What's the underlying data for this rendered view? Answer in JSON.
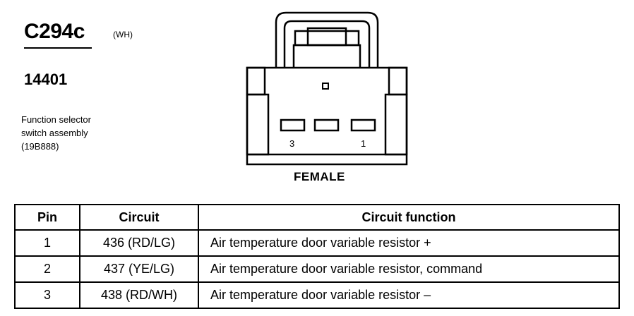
{
  "connector": {
    "id": "C294c",
    "color": "(WH)",
    "part_number": "14401",
    "description": [
      "Function selector",
      "switch assembly",
      "(19B888)"
    ]
  },
  "diagram": {
    "pin_labels": {
      "left": "3",
      "right": "1"
    },
    "gender": "FEMALE"
  },
  "table": {
    "headers": [
      "Pin",
      "Circuit",
      "Circuit function"
    ],
    "rows": [
      {
        "pin": "1",
        "circuit": "436 (RD/LG)",
        "function": "Air temperature door variable resistor +"
      },
      {
        "pin": "2",
        "circuit": "437 (YE/LG)",
        "function": "Air temperature door variable resistor, command"
      },
      {
        "pin": "3",
        "circuit": "438 (RD/WH)",
        "function": "Air temperature door variable resistor –"
      }
    ]
  }
}
